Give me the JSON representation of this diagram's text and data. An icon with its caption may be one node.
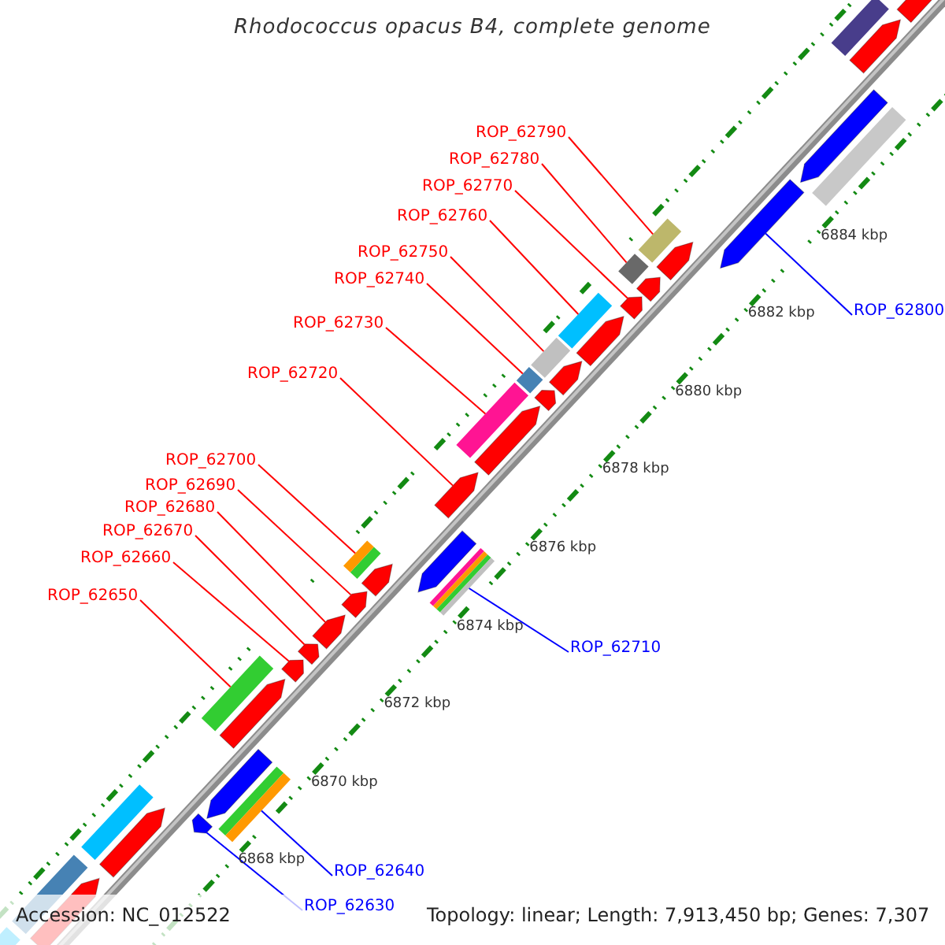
{
  "diagram": {
    "title": "Rhodococcus opacus B4, complete genome",
    "nodes": [
      {
        "text": [
          "ROP_62790"
        ]
      },
      {
        "text": [
          "ROP_62780"
        ]
      },
      {
        "text": [
          "ROP_62770"
        ]
      },
      {
        "text": [
          "ROP_62760"
        ]
      },
      {
        "text": [
          "ROP_62750"
        ]
      },
      {
        "text": [
          "ROP_62740"
        ]
      },
      {
        "text": [
          "ROP_62800"
        ]
      },
      {
        "text": [
          "ROP_62730"
        ]
      },
      {
        "text": [
          "ROP_62720"
        ]
      },
      {
        "text": [
          "ROP_62700"
        ]
      },
      {
        "text": [
          "ROP_62690"
        ]
      },
      {
        "text": [
          "ROP_62680"
        ]
      },
      {
        "text": [
          "ROP_62670"
        ]
      },
      {
        "text": [
          "ROP_62660"
        ]
      },
      {
        "text": [
          "ROP_62650"
        ]
      },
      {
        "text": [
          "ROP_62710"
        ]
      },
      {
        "text": [
          "ROP_62640"
        ]
      },
      {
        "text": [
          "ROP_62630"
        ]
      },
      {
        "text": [],
        "shape": "bar"
      },
      {
        "text": [],
        "shape": "arrow"
      },
      {
        "text": [],
        "shape": "bar"
      },
      {
        "text": [],
        "shape": "bar"
      },
      {
        "text": [],
        "shape": "arrow"
      },
      {
        "text": [],
        "shape": "arrow"
      },
      {
        "text": [],
        "shape": "arrow"
      },
      {
        "text": [],
        "shape": "bar"
      },
      {
        "text": [],
        "shape": "bar"
      },
      {
        "text": [],
        "shape": "arrow"
      },
      {
        "text": [],
        "shape": "arrow"
      },
      {
        "text": [],
        "shape": "arrow"
      },
      {
        "text": [],
        "shape": "arrow"
      },
      {
        "text": [],
        "shape": "arrow"
      },
      {
        "text": [],
        "shape": "bar"
      },
      {
        "text": [],
        "shape": "arrow"
      },
      {
        "text": [],
        "shape": "arrow"
      },
      {
        "text": [],
        "shape": "bar"
      },
      {
        "text": [],
        "shape": "arrow"
      },
      {
        "text": [],
        "shape": "bar"
      },
      {
        "text": [],
        "shape": "arrow"
      },
      {
        "text": [],
        "shape": "bar"
      },
      {
        "text": [],
        "shape": "arrow"
      },
      {
        "text": [],
        "shape": "bar"
      },
      {
        "text": [],
        "shape": "arrow"
      },
      {
        "text": [],
        "shape": "bar"
      },
      {
        "text": [],
        "shape": "arrow"
      },
      {
        "text": [],
        "shape": "arrow"
      },
      {
        "text": [],
        "shape": "bar"
      },
      {
        "text": [],
        "shape": "arrow"
      },
      {
        "text": [],
        "shape": "bar"
      },
      {
        "text": [],
        "shape": "arrow"
      },
      {
        "text": [],
        "shape": "arrow"
      },
      {
        "text": [],
        "shape": "arrow"
      },
      {
        "text": [],
        "shape": "bar"
      },
      {
        "text": [],
        "shape": "bar"
      },
      {
        "text": [],
        "shape": "arrow"
      },
      {
        "text": [],
        "shape": "arrow"
      }
    ],
    "edges": [
      {
        "from": 0,
        "to": 48,
        "arrow": "none"
      },
      {
        "from": 1,
        "to": 46,
        "arrow": "none"
      },
      {
        "from": 2,
        "to": 45,
        "arrow": "none"
      },
      {
        "from": 3,
        "to": 43,
        "arrow": "none"
      },
      {
        "from": 4,
        "to": 41,
        "arrow": "none"
      },
      {
        "from": 5,
        "to": 39,
        "arrow": "none"
      },
      {
        "from": 6,
        "to": 50,
        "arrow": "none",
        "color": "#0000ff"
      },
      {
        "from": 7,
        "to": 37,
        "arrow": "none"
      },
      {
        "from": 8,
        "to": 36,
        "arrow": "none"
      },
      {
        "from": 9,
        "to": 32,
        "arrow": "none"
      },
      {
        "from": 10,
        "to": 31,
        "arrow": "none"
      },
      {
        "from": 11,
        "to": 30,
        "arrow": "none"
      },
      {
        "from": 12,
        "to": 29,
        "arrow": "none"
      },
      {
        "from": 13,
        "to": 28,
        "arrow": "none"
      },
      {
        "from": 14,
        "to": 26,
        "arrow": "none"
      },
      {
        "from": 15,
        "to": 35,
        "arrow": "none",
        "color": "#0000ff"
      },
      {
        "from": 16,
        "to": 25,
        "arrow": "none",
        "color": "#0000ff"
      },
      {
        "from": 17,
        "to": 23,
        "arrow": "none",
        "color": "#0000ff"
      }
    ],
    "labels": [
      "6868 kbp",
      "6870 kbp",
      "6872 kbp",
      "6874 kbp",
      "6876 kbp",
      "6878 kbp",
      "6880 kbp",
      "6882 kbp",
      "6884 kbp",
      "Accession: NC_012522",
      "Topology: linear; Length: 7,913,450 bp; Genes: 7,307"
    ]
  }
}
